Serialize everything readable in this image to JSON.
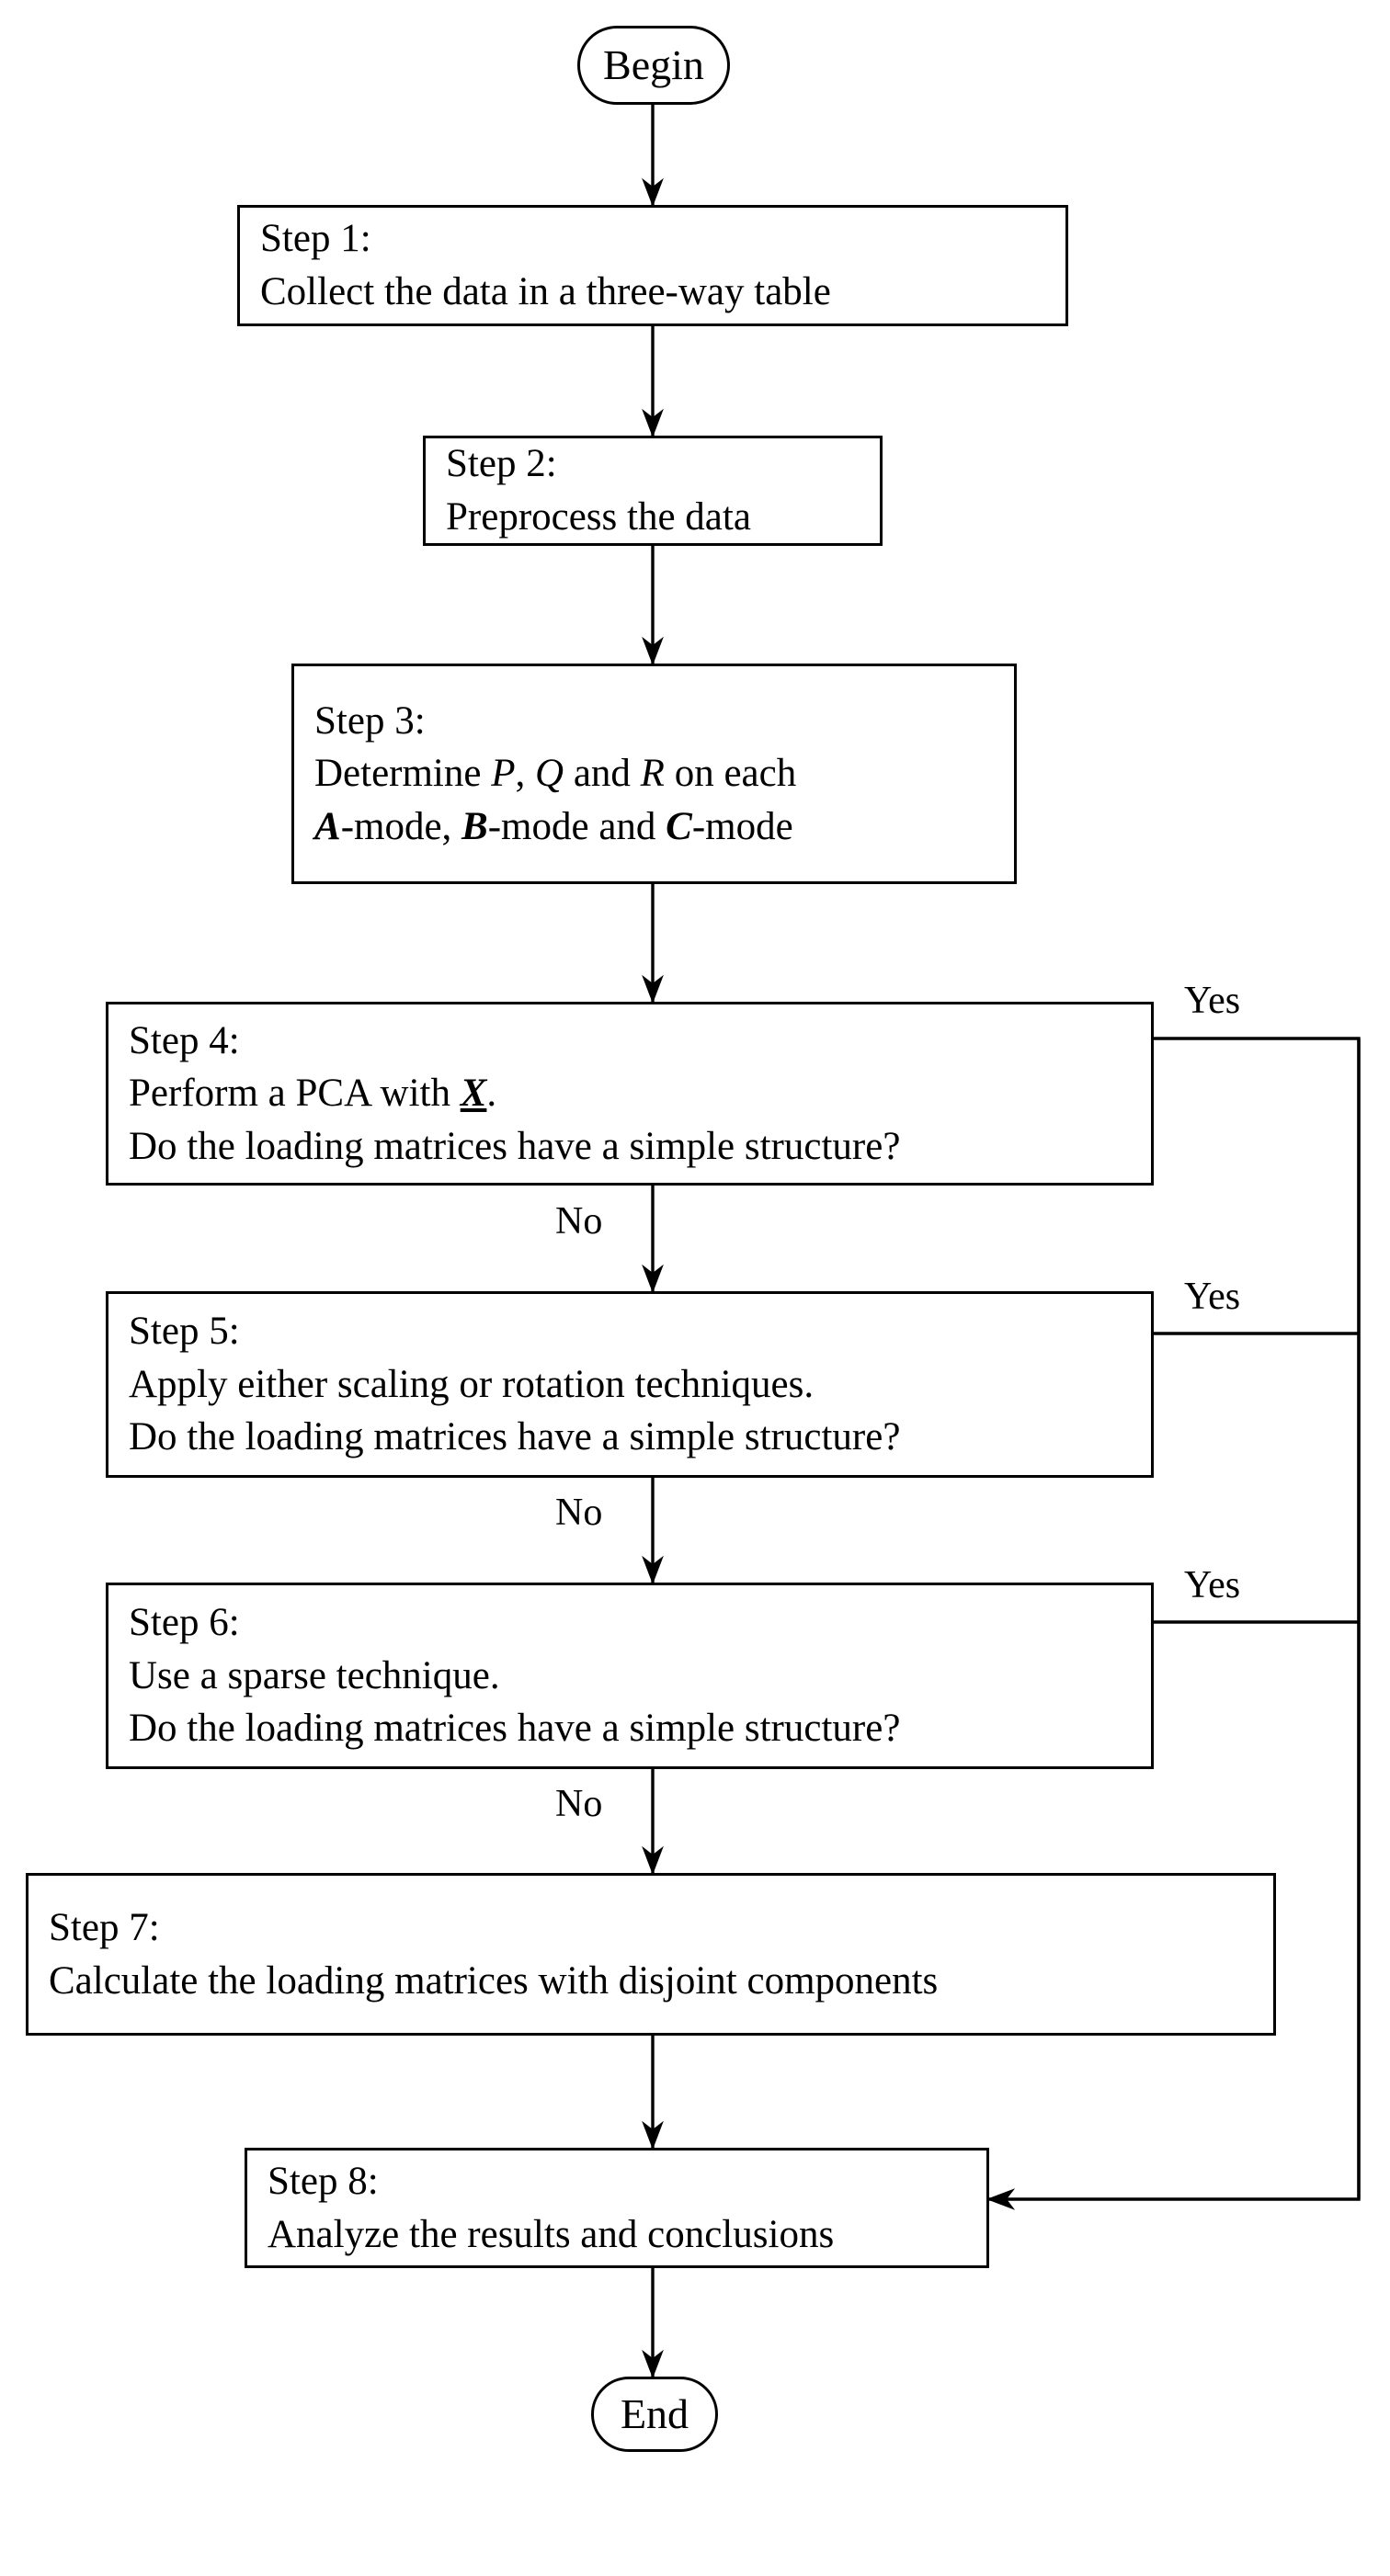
{
  "diagram": {
    "title": "Three-way PCA simple structure workflow",
    "type": "flowchart",
    "stroke_color": "#000000",
    "background_color": "#ffffff"
  },
  "nodes": {
    "begin": {
      "label": "Begin",
      "shape": "rounded-terminal"
    },
    "step1": {
      "heading": "Step 1:",
      "body_line_1": "Collect the data in a three-way table"
    },
    "step2": {
      "heading": "Step 2:",
      "body_line_1": "Preprocess the data"
    },
    "step3": {
      "heading": "Step 3:",
      "body_line_1_pre": "Determine ",
      "body_line_1_sym_p": "P",
      "body_line_1_mid1": ", ",
      "body_line_1_sym_q": "Q",
      "body_line_1_mid2": " and ",
      "body_line_1_sym_r": "R",
      "body_line_1_post": " on each",
      "body_line_2_sym_a": "A",
      "body_line_2_mid1": "-mode, ",
      "body_line_2_sym_b": "B",
      "body_line_2_mid2": "-mode and ",
      "body_line_2_sym_c": "C",
      "body_line_2_post": "-mode"
    },
    "step4": {
      "heading": "Step 4:",
      "body_line_1_pre": "Perform a PCA with ",
      "body_line_1_sym_x": "X",
      "body_line_1_post": ".",
      "body_line_2": "Do the loading matrices have a simple structure?"
    },
    "step5": {
      "heading": "Step 5:",
      "body_line_1": "Apply either scaling or rotation techniques.",
      "body_line_2": "Do the loading matrices have a simple structure?"
    },
    "step6": {
      "heading": "Step 6:",
      "body_line_1": "Use a sparse technique.",
      "body_line_2": "Do the loading matrices have a simple structure?"
    },
    "step7": {
      "heading": "Step 7:",
      "body_line_1": "Calculate the loading matrices with disjoint components"
    },
    "step8": {
      "heading": "Step 8:",
      "body_line_1": "Analyze the results and conclusions"
    },
    "end": {
      "label": "End",
      "shape": "rounded-terminal"
    }
  },
  "edge_labels": {
    "step4_no": "No",
    "step4_yes": "Yes",
    "step5_no": "No",
    "step5_yes": "Yes",
    "step6_no": "No",
    "step6_yes": "Yes"
  }
}
